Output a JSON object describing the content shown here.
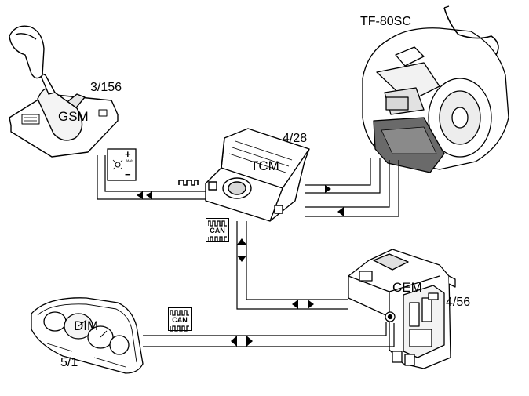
{
  "components": {
    "gsm": {
      "name": "GSM",
      "ref": "3/156"
    },
    "tcm": {
      "name": "TCM",
      "ref": "4/28"
    },
    "gearbox": {
      "name": "TF-80SC"
    },
    "cem": {
      "name": "CEM",
      "ref": "4/56"
    },
    "dim": {
      "name": "DIM",
      "ref": "5/1"
    }
  },
  "badges": {
    "can_text": "CAN",
    "manual_mode": {
      "plus": "+",
      "minus": "−",
      "word": "MAN"
    }
  },
  "colors": {
    "line": "#000000",
    "fill": "#ffffff",
    "shade": "#cfcfcf",
    "dark": "#6a6a6a"
  }
}
